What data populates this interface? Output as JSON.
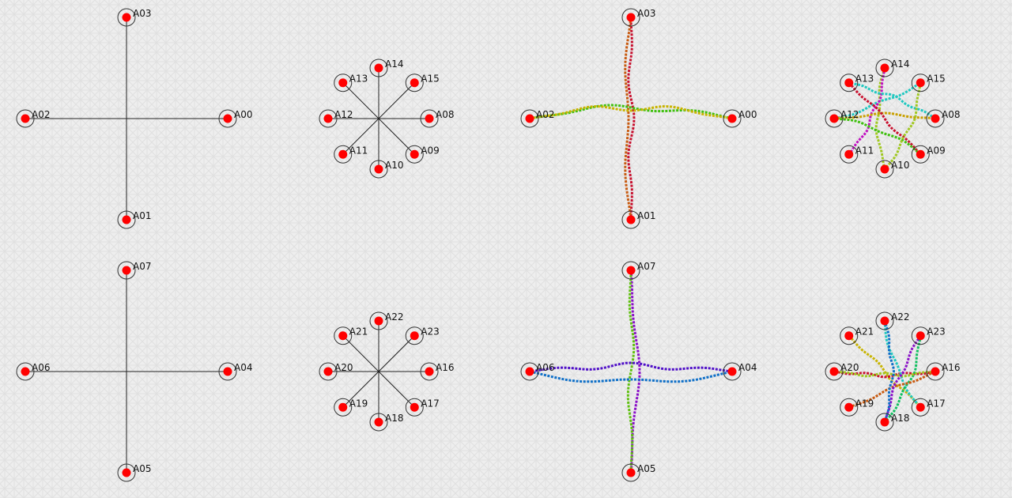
{
  "colors": {
    "agent": "#ff0000",
    "spoke": "#222222",
    "ring": "#333333"
  },
  "panels": [
    {
      "id": "cross-start-top",
      "agents": [
        {
          "label": "A00",
          "at": "east"
        },
        {
          "label": "A01",
          "at": "south"
        },
        {
          "label": "A02",
          "at": "west"
        },
        {
          "label": "A03",
          "at": "north"
        }
      ]
    },
    {
      "id": "ring-start-top",
      "agents": [
        {
          "label": "A08",
          "at": "e"
        },
        {
          "label": "A09",
          "at": "se"
        },
        {
          "label": "A10",
          "at": "s"
        },
        {
          "label": "A11",
          "at": "sw"
        },
        {
          "label": "A12",
          "at": "w"
        },
        {
          "label": "A13",
          "at": "nw"
        },
        {
          "label": "A14",
          "at": "n"
        },
        {
          "label": "A15",
          "at": "ne"
        }
      ]
    },
    {
      "id": "cross-paths-top",
      "agents": [
        {
          "label": "A00",
          "at": "east"
        },
        {
          "label": "A01",
          "at": "south"
        },
        {
          "label": "A02",
          "at": "west"
        },
        {
          "label": "A03",
          "at": "north"
        }
      ],
      "paths": [
        {
          "color": "#c8102e",
          "from": "A01",
          "to": "A03"
        },
        {
          "color": "#c85a10",
          "from": "A03",
          "to": "A01"
        },
        {
          "color": "#40c010",
          "from": "A00",
          "to": "A02"
        },
        {
          "color": "#c8b400",
          "from": "A02",
          "to": "A00"
        }
      ]
    },
    {
      "id": "ring-paths-top",
      "agents": [
        {
          "label": "A08",
          "at": "e"
        },
        {
          "label": "A09",
          "at": "se"
        },
        {
          "label": "A10",
          "at": "s"
        },
        {
          "label": "A11",
          "at": "sw"
        },
        {
          "label": "A12",
          "at": "w"
        },
        {
          "label": "A13",
          "at": "nw"
        },
        {
          "label": "A14",
          "at": "n"
        },
        {
          "label": "A15",
          "at": "ne"
        }
      ],
      "paths": [
        {
          "color": "#20c8c0",
          "from": "A12",
          "to": "A15"
        },
        {
          "color": "#a0c820",
          "from": "A14",
          "to": "A10"
        },
        {
          "color": "#c010c0",
          "from": "A14",
          "to": "A11"
        },
        {
          "color": "#c8a000",
          "from": "A12",
          "to": "A08"
        },
        {
          "color": "#c8102e",
          "from": "A13",
          "to": "A09"
        },
        {
          "color": "#20c8c0",
          "from": "A08",
          "to": "A13"
        },
        {
          "color": "#40c010",
          "from": "A09",
          "to": "A12"
        },
        {
          "color": "#a0c820",
          "from": "A15",
          "to": "A10"
        }
      ]
    },
    {
      "id": "cross-start-bottom",
      "agents": [
        {
          "label": "A04",
          "at": "east"
        },
        {
          "label": "A05",
          "at": "south"
        },
        {
          "label": "A06",
          "at": "west"
        },
        {
          "label": "A07",
          "at": "north"
        }
      ]
    },
    {
      "id": "ring-start-bottom",
      "agents": [
        {
          "label": "A16",
          "at": "e"
        },
        {
          "label": "A17",
          "at": "se"
        },
        {
          "label": "A18",
          "at": "s"
        },
        {
          "label": "A19",
          "at": "sw"
        },
        {
          "label": "A20",
          "at": "w"
        },
        {
          "label": "A21",
          "at": "nw"
        },
        {
          "label": "A22",
          "at": "n"
        },
        {
          "label": "A23",
          "at": "ne"
        }
      ]
    },
    {
      "id": "cross-paths-bottom",
      "agents": [
        {
          "label": "A04",
          "at": "east"
        },
        {
          "label": "A05",
          "at": "south"
        },
        {
          "label": "A06",
          "at": "west"
        },
        {
          "label": "A07",
          "at": "north"
        }
      ],
      "paths": [
        {
          "color": "#8a10c8",
          "from": "A07",
          "to": "A05"
        },
        {
          "color": "#60c010",
          "from": "A05",
          "to": "A07"
        },
        {
          "color": "#5010c8",
          "from": "A04",
          "to": "A06"
        },
        {
          "color": "#1070c8",
          "from": "A06",
          "to": "A04"
        }
      ]
    },
    {
      "id": "ring-paths-bottom",
      "agents": [
        {
          "label": "A16",
          "at": "e"
        },
        {
          "label": "A17",
          "at": "se"
        },
        {
          "label": "A18",
          "at": "s"
        },
        {
          "label": "A19",
          "at": "sw"
        },
        {
          "label": "A20",
          "at": "w"
        },
        {
          "label": "A21",
          "at": "nw"
        },
        {
          "label": "A22",
          "at": "n"
        },
        {
          "label": "A23",
          "at": "ne"
        }
      ],
      "paths": [
        {
          "color": "#c8b400",
          "from": "A21",
          "to": "A17"
        },
        {
          "color": "#c8102e",
          "from": "A20",
          "to": "A16"
        },
        {
          "color": "#20c8c0",
          "from": "A22",
          "to": "A17"
        },
        {
          "color": "#10c060",
          "from": "A23",
          "to": "A18"
        },
        {
          "color": "#a0c820",
          "from": "A16",
          "to": "A20"
        },
        {
          "color": "#c85a10",
          "from": "A19",
          "to": "A16"
        },
        {
          "color": "#8a10c8",
          "from": "A23",
          "to": "A18"
        },
        {
          "color": "#1070c8",
          "from": "A18",
          "to": "A22"
        }
      ]
    }
  ]
}
